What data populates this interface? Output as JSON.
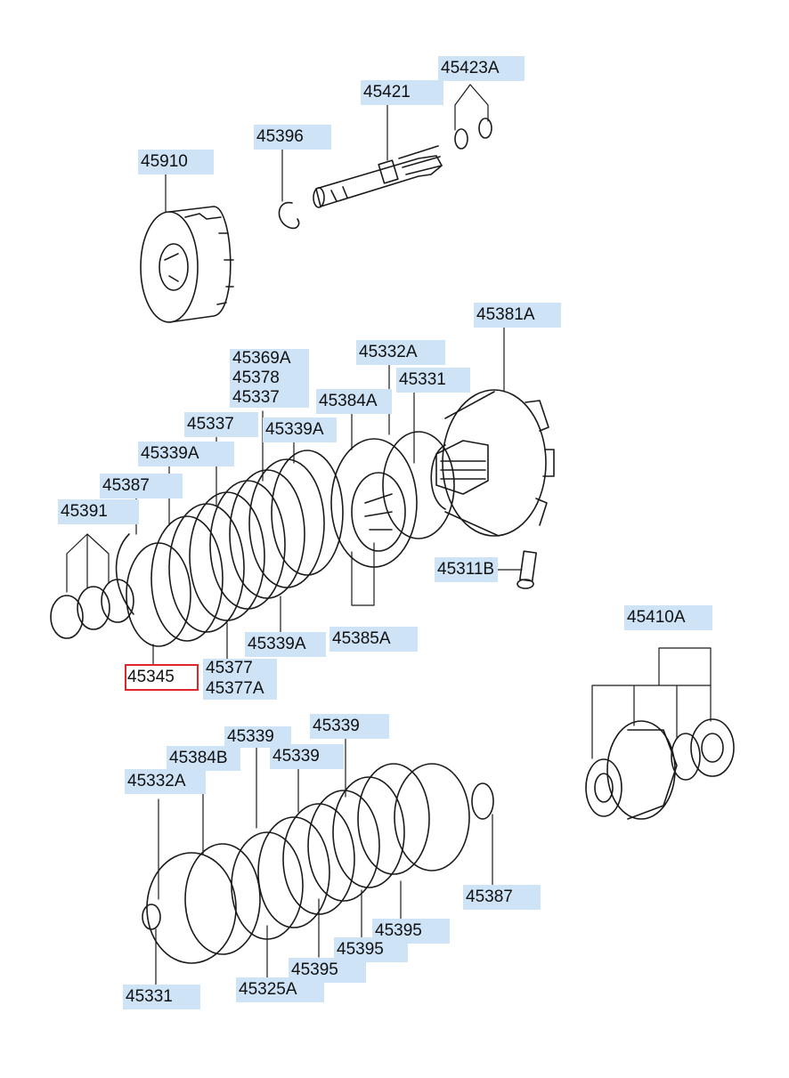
{
  "diagram": {
    "highlight_color": "#e0262b",
    "label_bg_color": "#cfe3f7",
    "line_color": "#1a1a1a",
    "selected_part": "45345",
    "labels": {
      "p45423A": "45423A",
      "p45421": "45421",
      "p45396": "45396",
      "p45910": "45910",
      "p45381A": "45381A",
      "p45332A_top": "45332A",
      "p45369A": "45369A",
      "p45378": "45378",
      "p45337_a": "45337",
      "p45331_top": "45331",
      "p45384A": "45384A",
      "p45337_b": "45337",
      "p45339A_a": "45339A",
      "p45339A_b": "45339A",
      "p45387_top": "45387",
      "p45391": "45391",
      "p45311B": "45311B",
      "p45339A_c": "45339A",
      "p45385A": "45385A",
      "p45377": "45377",
      "p45377A": "45377A",
      "p45345": "45345",
      "p45410A": "45410A",
      "p45339_a": "45339",
      "p45339_b": "45339",
      "p45384B": "45384B",
      "p45339_c": "45339",
      "p45332A_bot": "45332A",
      "p45387_bot": "45387",
      "p45395_a": "45395",
      "p45395_b": "45395",
      "p45395_c": "45395",
      "p45325A": "45325A",
      "p45331_bot": "45331"
    }
  }
}
